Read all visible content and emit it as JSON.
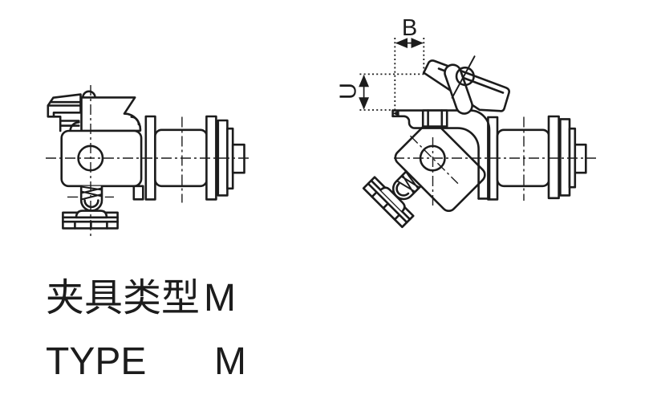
{
  "drawing": {
    "ink_color": "#1c1c1c",
    "background": "#ffffff"
  },
  "dimensions": {
    "b_label": "B",
    "u_label": "U"
  },
  "caption": {
    "type_label_zh": "夹具类型",
    "type_value_zh": "M",
    "type_label_en": "TYPE",
    "type_value_en": "M"
  }
}
